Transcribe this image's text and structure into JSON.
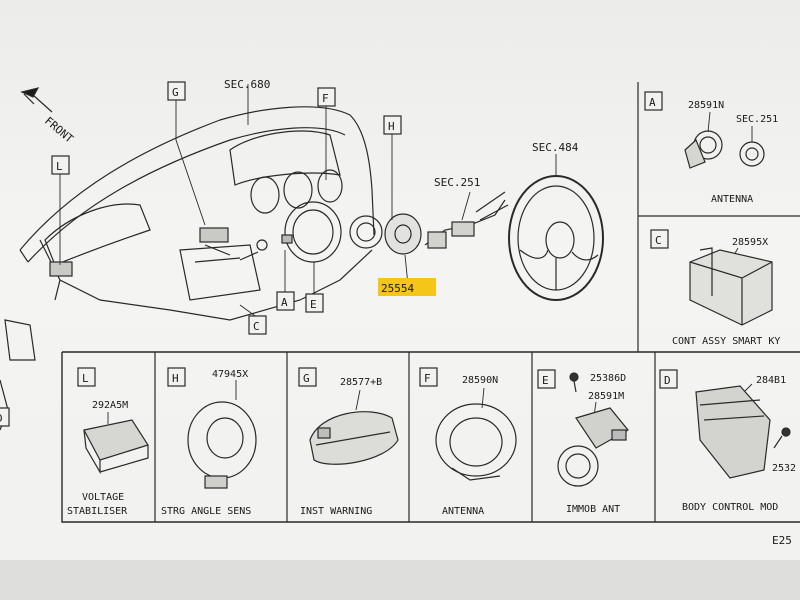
{
  "front_label": "FRONT",
  "main_view": {
    "section_refs": [
      "SEC.680",
      "SEC.251",
      "SEC.484"
    ],
    "part_numbers": [
      "25554"
    ],
    "callouts": [
      "G",
      "F",
      "H",
      "L",
      "A",
      "E",
      "C",
      "D"
    ],
    "highlight_color": "#f5c518"
  },
  "right_panels": [
    {
      "letter": "A",
      "numbers": [
        "28591N",
        "SEC.251"
      ],
      "caption": "ANTENNA"
    },
    {
      "letter": "C",
      "numbers": [
        "28595X"
      ],
      "caption": "CONT ASSY SMART KY"
    }
  ],
  "bottom_panels": [
    {
      "letter": "L",
      "numbers": [
        "292A5M"
      ],
      "caption": [
        "VOLTAGE",
        "STABILISER"
      ]
    },
    {
      "letter": "H",
      "numbers": [
        "47945X"
      ],
      "caption": [
        "STRG ANGLE SENS"
      ]
    },
    {
      "letter": "G",
      "numbers": [
        "28577+B"
      ],
      "caption": [
        "INST WARNING"
      ]
    },
    {
      "letter": "F",
      "numbers": [
        "28590N"
      ],
      "caption": [
        "ANTENNA"
      ]
    },
    {
      "letter": "E",
      "numbers": [
        "25386D",
        "28591M"
      ],
      "caption": [
        "IMMOB ANT"
      ]
    },
    {
      "letter": "D",
      "numbers": [
        "284B1",
        "2532"
      ],
      "caption": [
        "BODY CONTROL MOD"
      ]
    }
  ],
  "footer_code": "E25"
}
